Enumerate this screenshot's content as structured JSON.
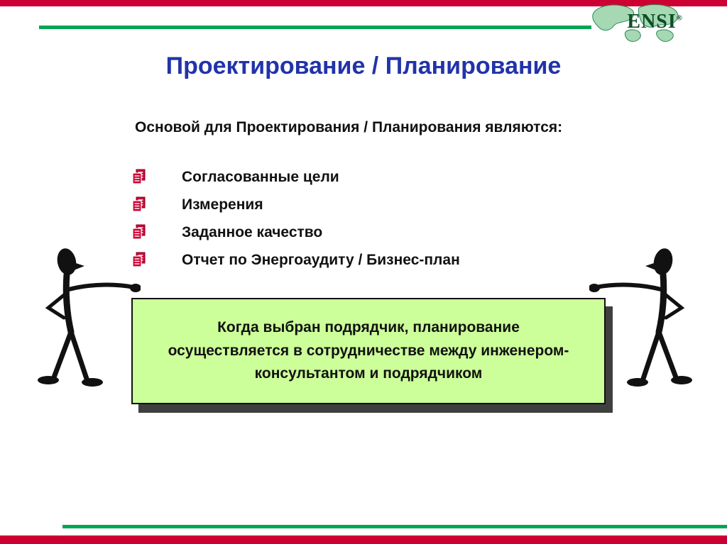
{
  "logo": {
    "text": "ENSI",
    "reg_mark": "®"
  },
  "title": "Проектирование / Планирование",
  "subtitle": "Основой для Проектирования / Планирования являются:",
  "bullets": [
    {
      "icon": "document-icon",
      "label": "Согласованные цели"
    },
    {
      "icon": "document-icon",
      "label": "Измерения"
    },
    {
      "icon": "document-icon",
      "label": "Заданное качество"
    },
    {
      "icon": "document-icon",
      "label": "Отчет по Энергоаудиту / Бизнес-план"
    }
  ],
  "callout": {
    "text": "Когда выбран подрядчик, планирование осуществляется в сотрудничестве между инженером-консультантом и подрядчиком"
  },
  "figures": [
    {
      "icon": "stick-figure",
      "position": "left"
    },
    {
      "icon": "stick-figure",
      "position": "right"
    }
  ],
  "colors": {
    "accent_red": "#cc0033",
    "accent_green": "#00a651",
    "title_blue": "#2233aa",
    "callout_bg": "#ccff99"
  }
}
